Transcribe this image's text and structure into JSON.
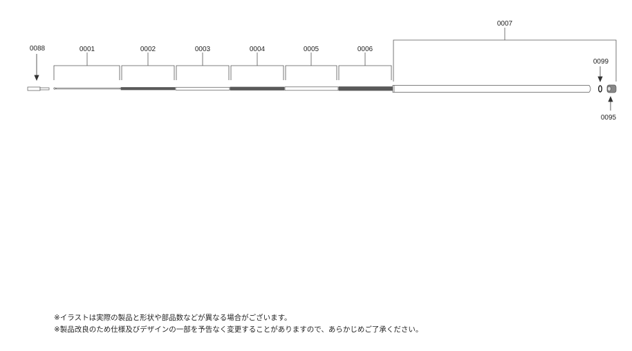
{
  "parts": {
    "p0088": "0088",
    "p0001": "0001",
    "p0002": "0002",
    "p0003": "0003",
    "p0004": "0004",
    "p0005": "0005",
    "p0006": "0006",
    "p0007": "0007",
    "p0099": "0099",
    "p0095": "0095"
  },
  "notes": [
    "※イラストは実際の製品と形状や部品数などが異なる場合がございます。",
    "※製品改良のため仕様及びデザインの一部を予告なく変更することがありますので、あらかじめご了承ください。"
  ],
  "colors": {
    "line": "#444444",
    "dark_section": "#5a5a5a"
  }
}
